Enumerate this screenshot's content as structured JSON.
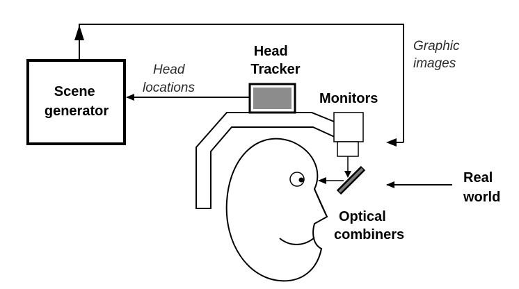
{
  "labels": {
    "scene_generator": [
      "Scene",
      "generator"
    ],
    "head_tracker": [
      "Head",
      "Tracker"
    ],
    "head_locations": [
      "Head",
      "locations"
    ],
    "graphic_images": [
      "Graphic",
      "images"
    ],
    "monitors": "Monitors",
    "real_world": [
      "Real",
      "world"
    ],
    "optical_combiners": [
      "Optical",
      "combiners"
    ]
  },
  "colors": {
    "line": "#000000",
    "tracker_fill": "#8c8c8c",
    "background": "#ffffff"
  }
}
